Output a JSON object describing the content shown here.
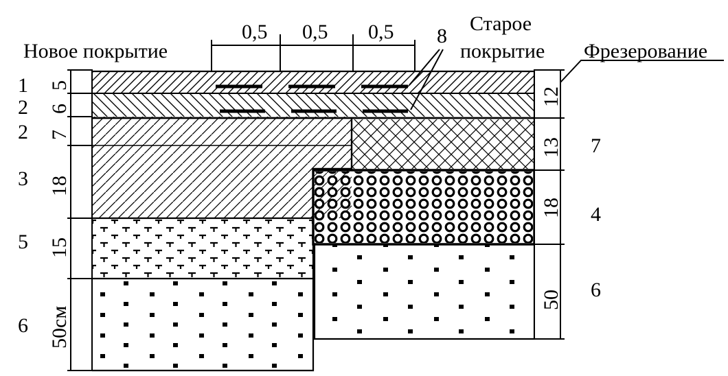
{
  "labels": {
    "new_coating": "Новое покрытие",
    "old_coating_1": "Старое",
    "old_coating_2": "покрытие",
    "milling": "Фрезерование",
    "callout_8": "8"
  },
  "spacing": [
    "0,5",
    "0,5",
    "0,5"
  ],
  "left_layers": [
    {
      "number": "1",
      "thickness": "5"
    },
    {
      "number": "2",
      "thickness": "6"
    },
    {
      "number": "2",
      "thickness": "7"
    },
    {
      "number": "3",
      "thickness": "18"
    },
    {
      "number": "5",
      "thickness": "15"
    },
    {
      "number": "6",
      "thickness": "50см"
    }
  ],
  "right_layers": [
    {
      "thickness": "12",
      "number": ""
    },
    {
      "thickness": "13",
      "number": "7"
    },
    {
      "thickness": "18",
      "number": "4"
    },
    {
      "thickness": "50",
      "number": "6"
    }
  ]
}
